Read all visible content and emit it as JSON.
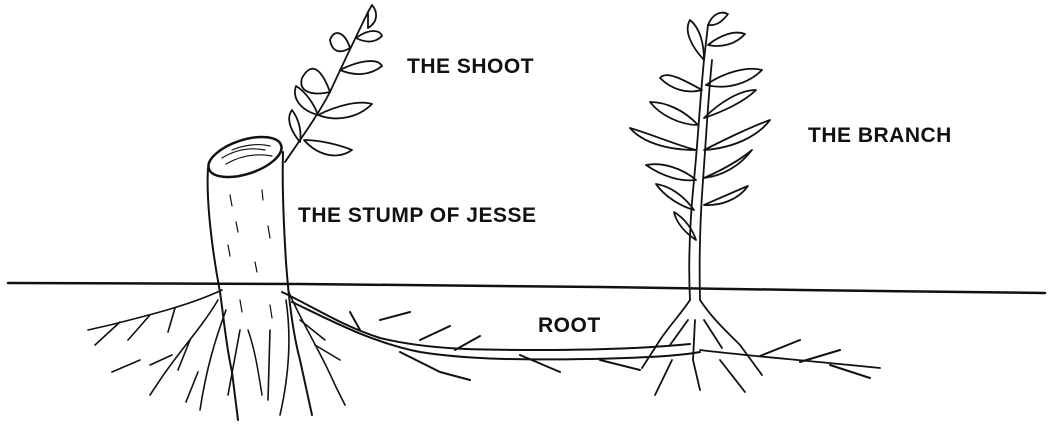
{
  "labels": {
    "shoot": "THE SHOOT",
    "branch": "THE BRANCH",
    "stump": "THE STUMP OF JESSE",
    "root": "ROOT"
  },
  "colors": {
    "ink": "#111111",
    "background": "#ffffff"
  }
}
